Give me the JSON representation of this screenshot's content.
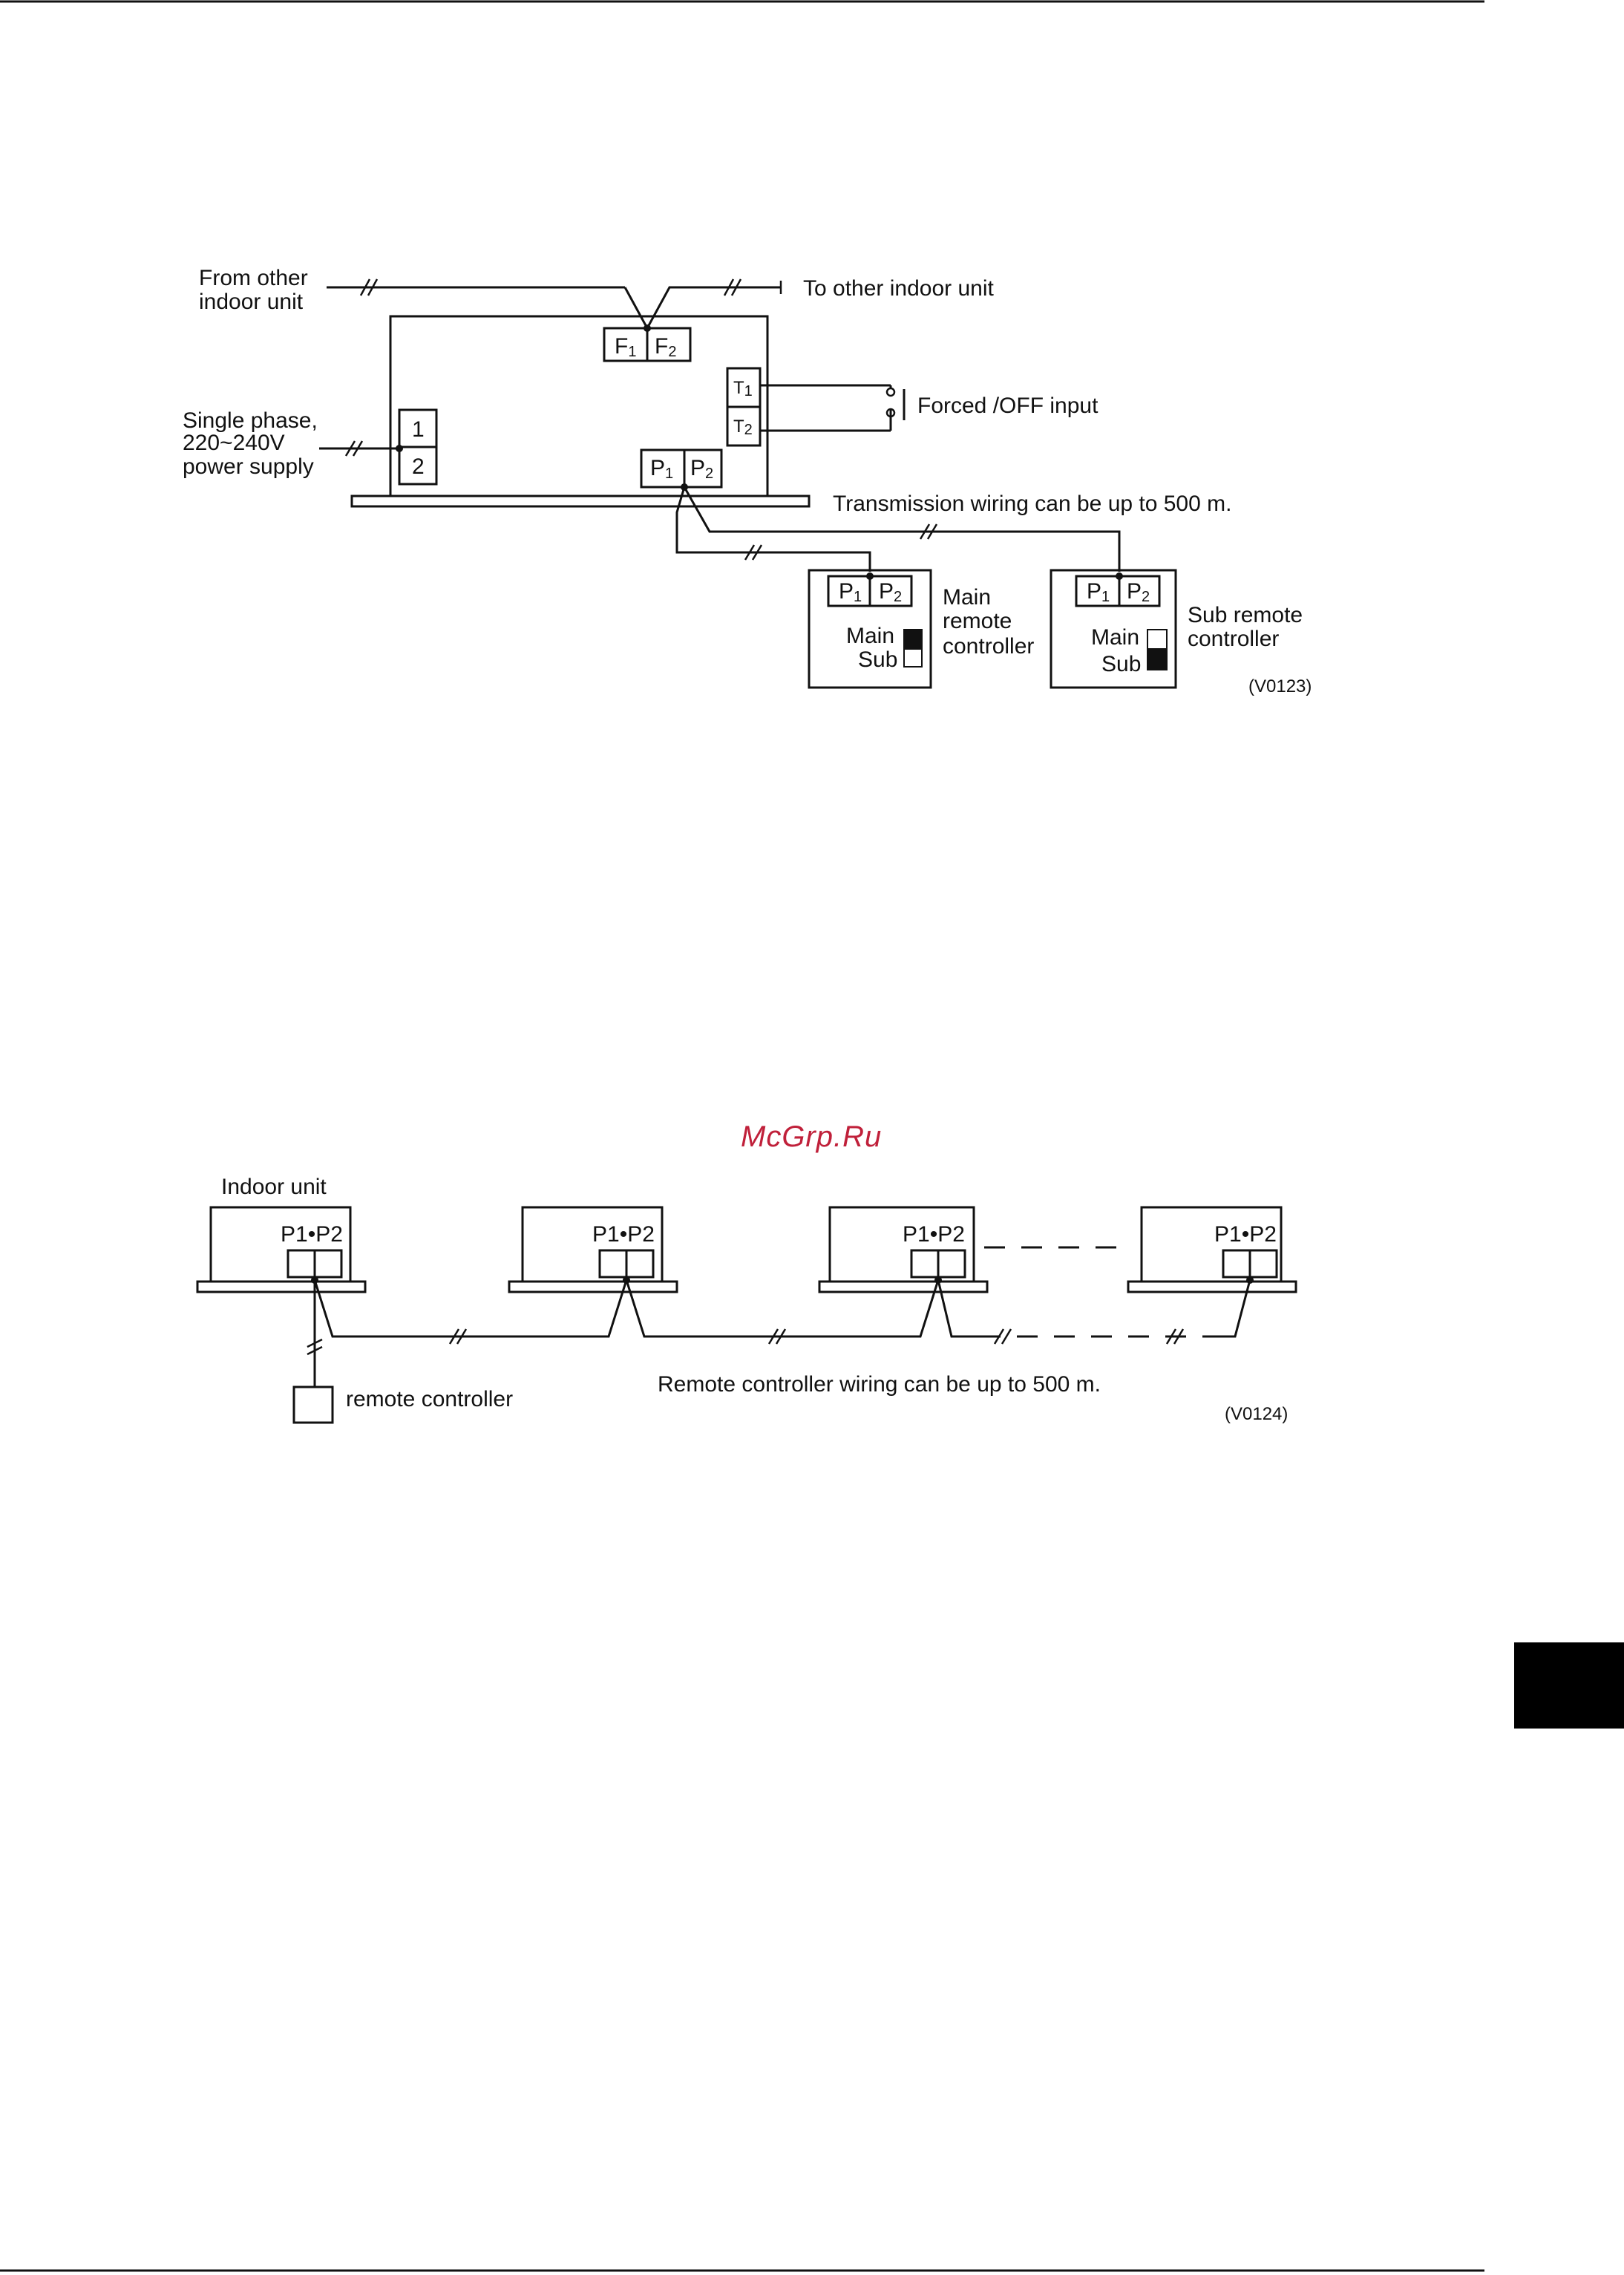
{
  "diagram1": {
    "from_other_indoor_unit": [
      "From other",
      "indoor unit"
    ],
    "to_other_indoor_unit": "To other indoor unit",
    "power_supply": [
      "Single phase,",
      "220~240V",
      "power supply"
    ],
    "terminal_1": "1",
    "terminal_2": "2",
    "terminal_f1": "F",
    "terminal_f2": "F",
    "sub_1": "1",
    "sub_2": "2",
    "terminal_t": "T",
    "terminal_p": "P",
    "forced_off_input": "Forced /OFF input",
    "transmission_note": "Transmission wiring can be up to 500 m.",
    "main_remote_label": [
      "Main",
      "remote",
      "controller"
    ],
    "sub_remote_label": [
      "Sub remote",
      "controller"
    ],
    "switch_main": "Main",
    "switch_sub": "Sub",
    "figure_code": "(V0123)"
  },
  "watermark": "McGrp.Ru",
  "diagram2": {
    "indoor_unit_label": "Indoor unit",
    "terminal_label": "P1•P2",
    "remote_controller": "remote controller",
    "wiring_note": "Remote controller wiring can be up to 500 m.",
    "figure_code": "(V0124)"
  },
  "colors": {
    "ink": "#111111",
    "watermark": "#c0203a",
    "tab": "#000000"
  }
}
